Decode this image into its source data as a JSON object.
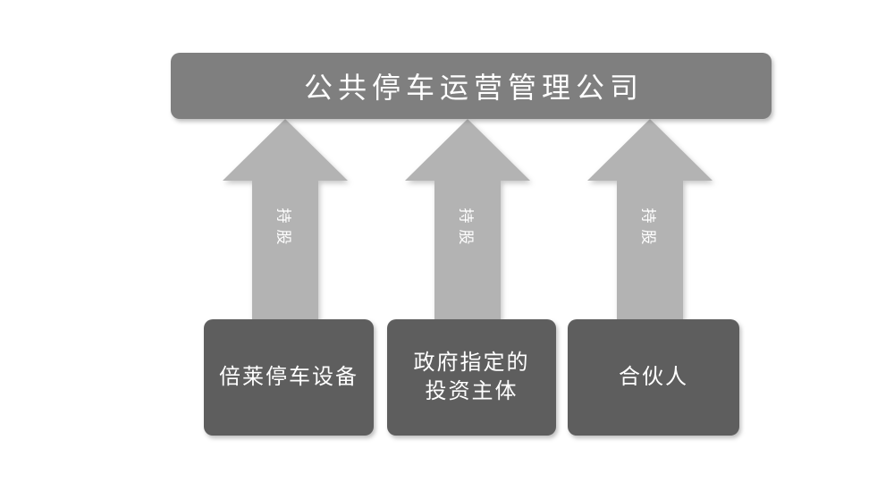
{
  "diagram": {
    "title_box": {
      "label": "公共停车运营管理公司"
    },
    "arrows": [
      {
        "label": "持股"
      },
      {
        "label": "持股"
      },
      {
        "label": "持股"
      }
    ],
    "entity_boxes": [
      {
        "label": "倍莱停车设备"
      },
      {
        "label": "政府指定的\n投资主体"
      },
      {
        "label": "合伙人"
      }
    ],
    "colors": {
      "background": "#ffffff",
      "title_box_bg": "#7f7f7f",
      "arrow_fill": "#b3b3b3",
      "entity_box_bg": "#5e5e5e",
      "text": "#ffffff"
    }
  }
}
